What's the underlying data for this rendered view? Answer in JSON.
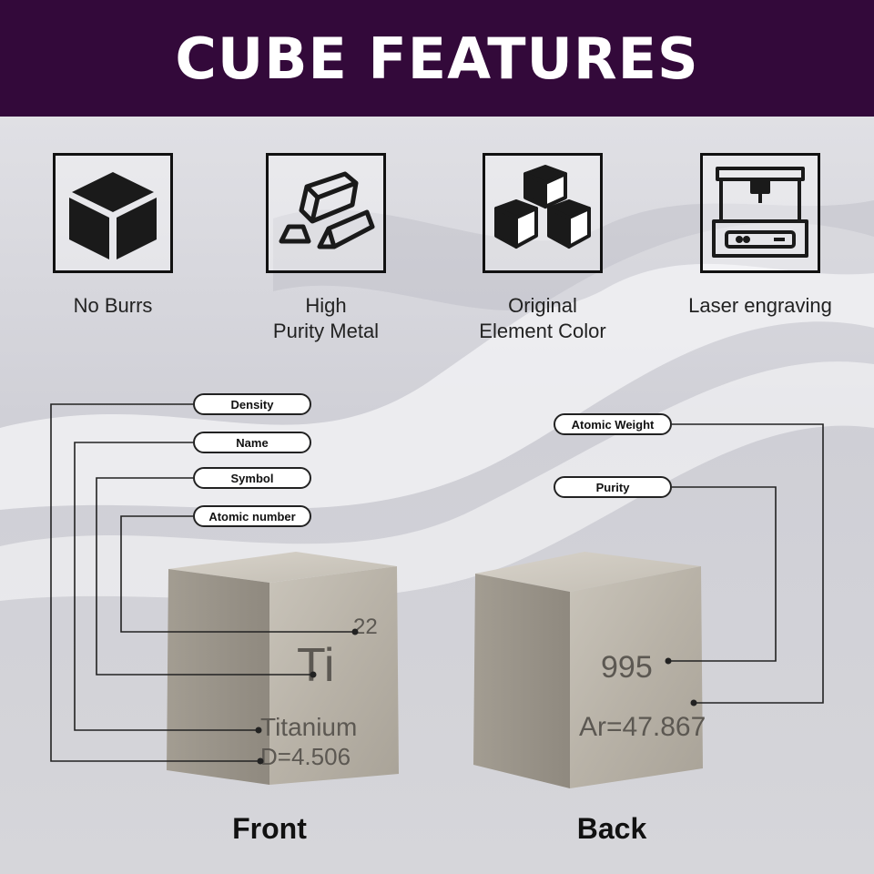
{
  "banner": {
    "title": "CUBE FEATURES"
  },
  "features": [
    {
      "label": "No Burrs",
      "icon": "cube-icon"
    },
    {
      "label": "High\nPurity Metal",
      "icon": "metal-bars-icon"
    },
    {
      "label": "Original\nElement Color",
      "icon": "stacked-cubes-icon"
    },
    {
      "label": "Laser engraving",
      "icon": "laser-engraver-icon"
    }
  ],
  "front": {
    "label": "Front",
    "callouts": [
      "Density",
      "Name",
      "Symbol",
      "Atomic number"
    ],
    "atomic_number": "22",
    "symbol": "Ti",
    "name": "Titanium",
    "density": "D=4.506"
  },
  "back": {
    "label": "Back",
    "callouts": [
      "Atomic Weight",
      "Purity"
    ],
    "purity": "995",
    "atomic_weight": "Ar=47.867"
  },
  "colors": {
    "banner": "#33093a",
    "metal": "#bdb7ad"
  }
}
